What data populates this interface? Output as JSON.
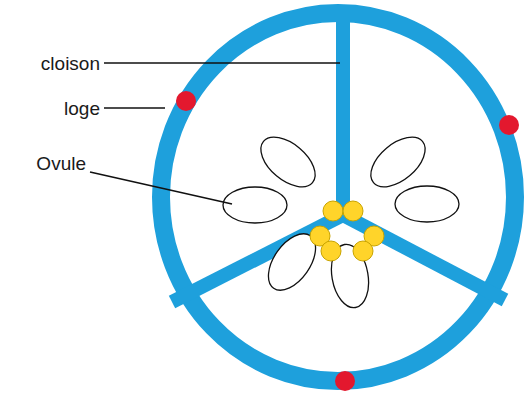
{
  "diagram": {
    "labels": [
      "cloison",
      "loge",
      "Ovule"
    ]
  }
}
